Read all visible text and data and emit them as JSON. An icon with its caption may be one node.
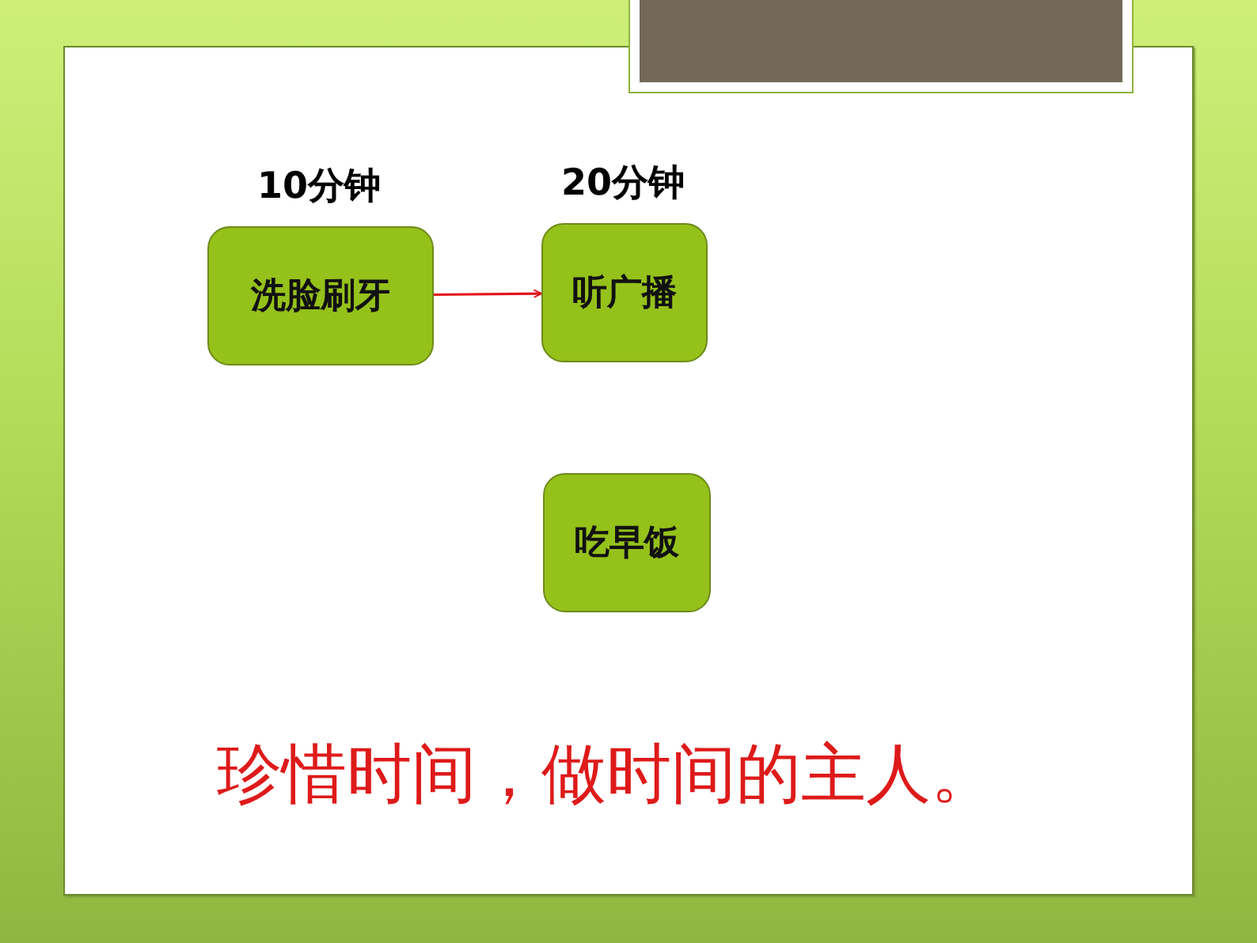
{
  "diagram": {
    "nodes": [
      {
        "text": [
          "洗脸刷牙"
        ],
        "beside": [
          "10分钟"
        ]
      },
      {
        "text": [
          "听广播"
        ],
        "beside": [
          "20分钟"
        ]
      },
      {
        "text": [
          "吃早饭"
        ]
      }
    ],
    "edges": [
      {
        "from": 0,
        "to": 1,
        "arrow": "to",
        "color": "#e3141c"
      }
    ],
    "labels": [
      "珍惜时间，做时间的主人。"
    ]
  }
}
